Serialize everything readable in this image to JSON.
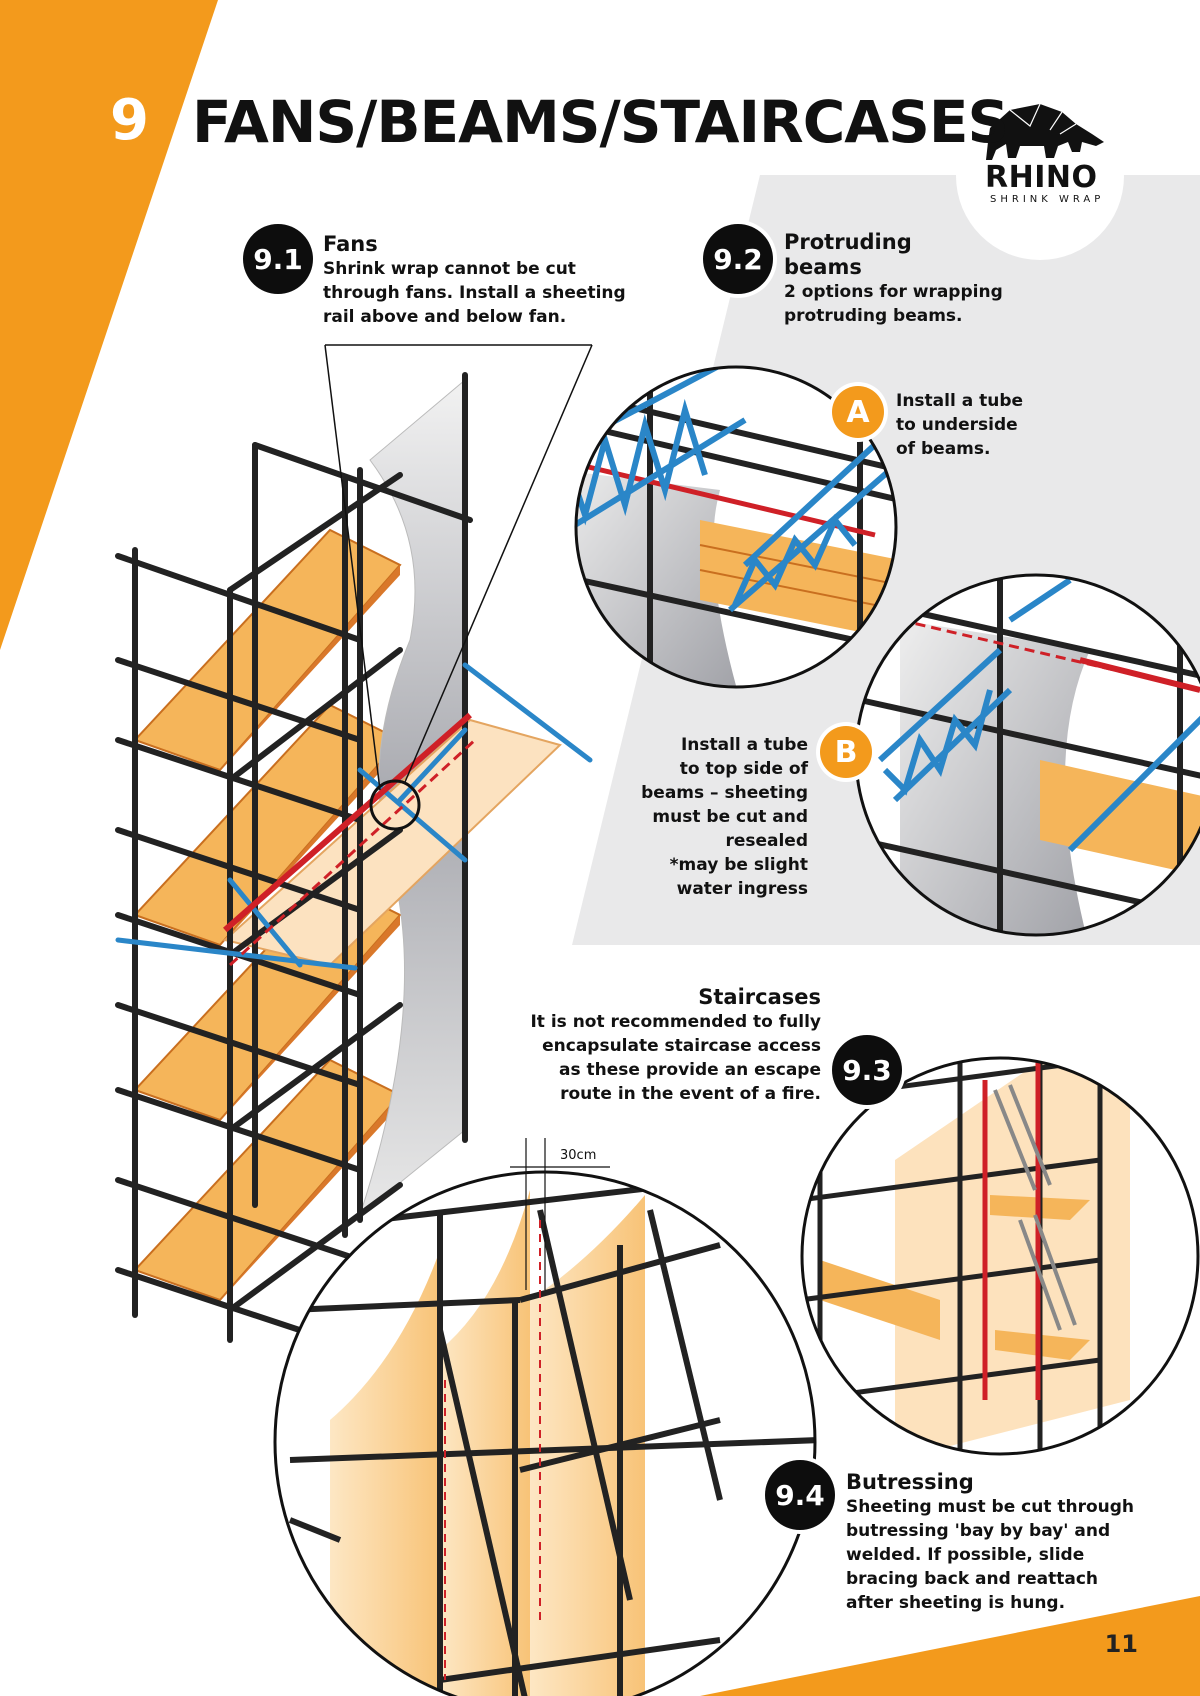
{
  "header": {
    "chapter_number": "9",
    "title": "FANS/BEAMS/STAIRCASES"
  },
  "logo": {
    "name": "RHINO",
    "tagline": "SHRINK WRAP"
  },
  "sections": {
    "fans": {
      "number": "9.1",
      "title": "Fans",
      "lines": [
        "Shrink wrap cannot be cut",
        "through fans. Install a sheeting",
        "rail above and below fan."
      ]
    },
    "beams": {
      "number": "9.2",
      "title_lines": [
        "Protruding",
        "beams"
      ],
      "lines": [
        "2 options for wrapping",
        "protruding beams."
      ]
    },
    "option_a": {
      "letter": "A",
      "lines": [
        "Install a tube",
        "to underside",
        "of beams."
      ]
    },
    "option_b": {
      "letter": "B",
      "lines": [
        "Install a tube",
        "to top side of",
        "beams – sheeting",
        "must be cut and",
        "resealed",
        "*may be slight",
        "water ingress"
      ]
    },
    "staircases": {
      "number": "9.3",
      "title": "Staircases",
      "lines": [
        "It is not recommended to fully",
        "encapsulate staircase access",
        "as these provide an escape",
        "route in the event of a fire."
      ]
    },
    "buttressing": {
      "number": "9.4",
      "title": "Butressing",
      "lines": [
        "Sheeting must be cut through",
        "butressing 'bay by bay' and",
        "welded. If possible, slide",
        "bracing back and reattach",
        "after sheeting is hung."
      ]
    }
  },
  "dimension_label": "30cm",
  "page_number": "11",
  "colors": {
    "accent_orange": "#f39a1c",
    "plank": "#f5b55a",
    "plank_dark": "#d9782a",
    "sheet_grey": "#e8e8e8",
    "beam_blue": "#2a86c8",
    "rail_red": "#cf2027",
    "tube": "#222222"
  },
  "icons": [
    "rhino-logo-icon"
  ]
}
